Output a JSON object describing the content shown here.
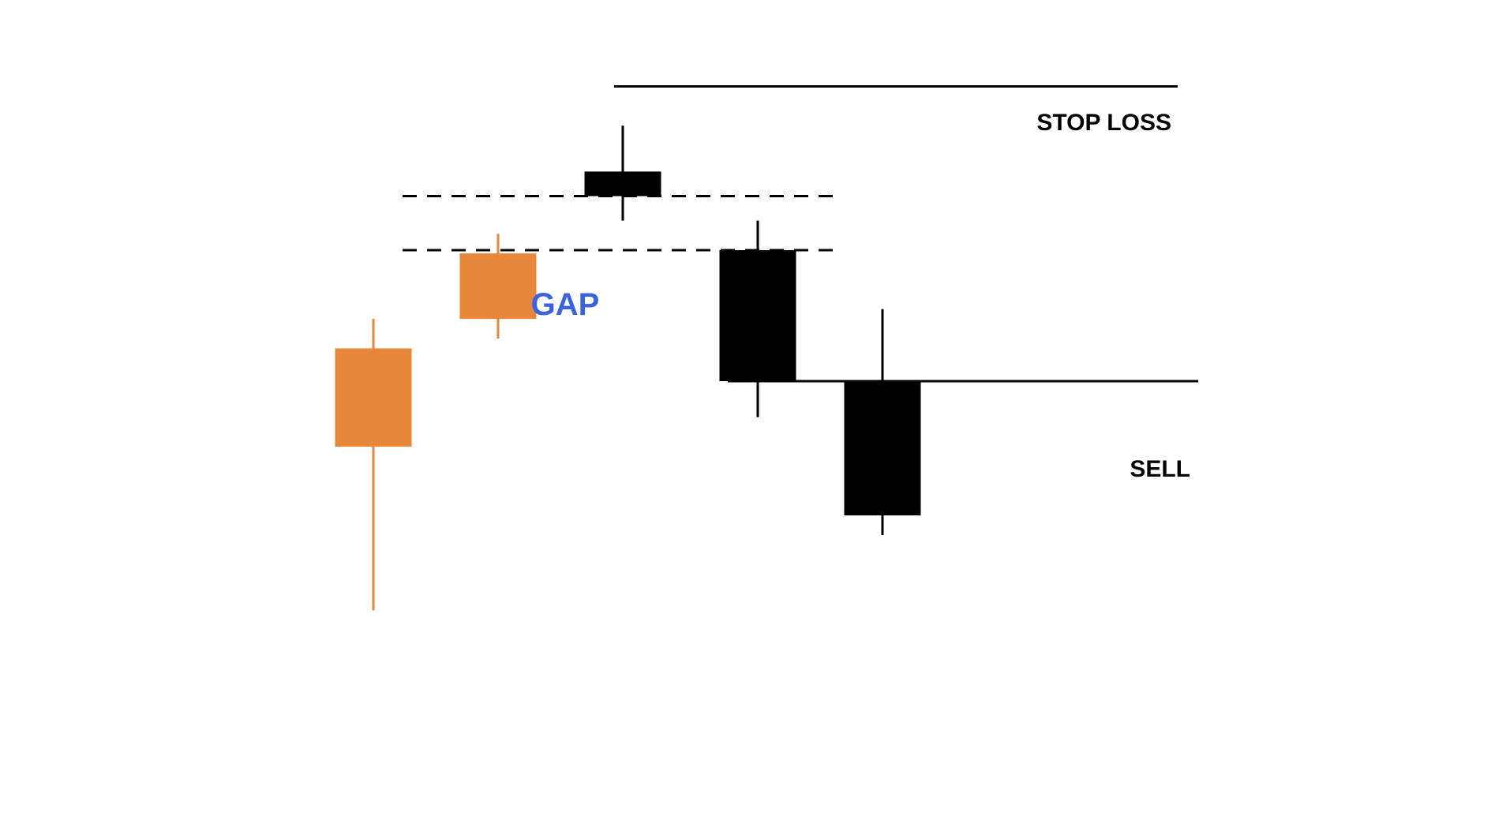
{
  "labels": {
    "stop_loss": "STOP LOSS",
    "sell": "SELL",
    "gap": "GAP"
  },
  "colors": {
    "background": "#ffffff",
    "bullish": "#e8873a",
    "bearish": "#000000",
    "gap_label": "#3b63e0",
    "line": "#000000"
  },
  "candles": [
    {
      "direction": "bullish",
      "open": 4.0,
      "high": 7.9,
      "low": -1.0,
      "close": 7.0
    },
    {
      "direction": "bullish",
      "open": 7.9,
      "high": 10.5,
      "low": 7.3,
      "close": 9.9
    },
    {
      "direction": "bearish",
      "open": 12.4,
      "high": 13.8,
      "low": 10.9,
      "close": 11.65
    },
    {
      "direction": "bearish",
      "open": 10.0,
      "high": 10.9,
      "low": 4.9,
      "close": 6.0
    },
    {
      "direction": "bearish",
      "open": 6.0,
      "high": 8.2,
      "low": 1.3,
      "close": 1.9
    }
  ],
  "levels": {
    "stop_loss": 15.0,
    "sell": 6.0,
    "gap_top": 11.65,
    "gap_bottom": 10.0
  }
}
